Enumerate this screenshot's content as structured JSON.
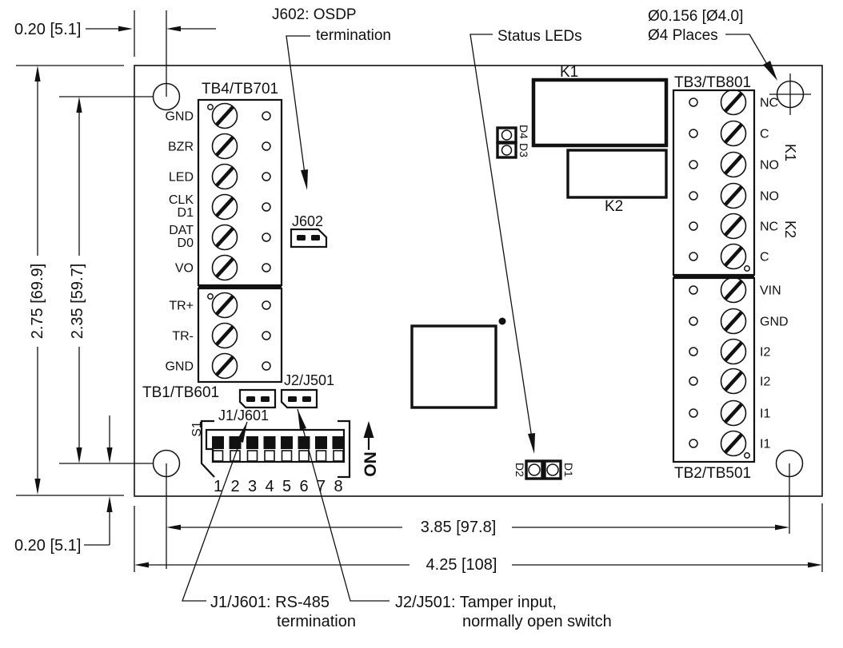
{
  "ink": "#111111",
  "dims": {
    "top_offset": "0.20 [5.1]",
    "board_height": "2.75 [69.9]",
    "hole_span_vertical": "2.35 [59.7]",
    "bottom_offset": "0.20 [5.1]",
    "hole_span_horizontal": "3.85 [97.8]",
    "board_width": "4.25 [108]"
  },
  "callouts": {
    "osdp_line1": "J602: OSDP",
    "osdp_line2": "termination",
    "status_leds": "Status LEDs",
    "holes_line1": "Ø0.156 [Ø4.0]",
    "holes_line2": "Ø4 Places",
    "rs485_line1": "J1/J601: RS-485",
    "rs485_line2": "termination",
    "tamper_line1": "J2/J501: Tamper input,",
    "tamper_line2": "normally open switch"
  },
  "tb4": {
    "label": "TB4/TB701",
    "pins": [
      "GND",
      "BZR",
      "LED",
      "CLK",
      "D1",
      "DAT",
      "D0",
      "VO"
    ]
  },
  "tb1": {
    "label": "TB1/TB601",
    "pins": [
      "TR+",
      "TR-",
      "GND"
    ]
  },
  "tb3": {
    "label": "TB3/TB801",
    "pins": [
      "NC",
      "C",
      "NO",
      "NO",
      "NC",
      "C"
    ]
  },
  "tb2": {
    "label": "TB2/TB501",
    "pins": [
      "VIN",
      "GND",
      "I2",
      "I2",
      "I1",
      "I1"
    ]
  },
  "relays": {
    "k1": "K1",
    "k2": "K2"
  },
  "relay_groups": {
    "k1": "K1",
    "k2": "K2"
  },
  "leds": {
    "d1": "D1",
    "d2": "D2",
    "d3": "D3",
    "d4": "D4"
  },
  "jumpers": {
    "j602": "J602",
    "j1": "J1/J601",
    "j2": "J2/J501"
  },
  "dip": {
    "designator": "S1",
    "on_label": "ON",
    "positions": [
      "1",
      "2",
      "3",
      "4",
      "5",
      "6",
      "7",
      "8"
    ]
  }
}
